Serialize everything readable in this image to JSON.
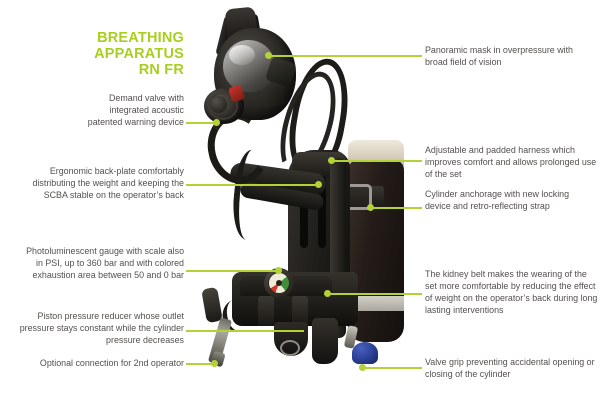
{
  "title": {
    "line1": "BREATHING APPARATUS",
    "line2": "RN FR",
    "color": "#a8ce20"
  },
  "theme": {
    "accent_green": "#b3d236",
    "title_green": "#a8ce20",
    "text_gray": "#53514e",
    "background": "#ffffff",
    "valve_grip_blue": "#2a3f93"
  },
  "callouts": {
    "left": [
      {
        "id": "demand-valve",
        "text": "Demand valve with integrated acoustic patented warning device"
      },
      {
        "id": "back-plate",
        "text": "Ergonomic back-plate comfortably distributing the weight and keeping the SCBA stable on the operator’s back"
      },
      {
        "id": "gauge",
        "text": "Photoluminescent gauge with scale also in PSI, up to 360 bar and with colored exhaustion area between 50 and 0 bar"
      },
      {
        "id": "pressure-reducer",
        "text": "Piston pressure reducer whose outlet pressure stays constant while the cylinder pressure decreases"
      },
      {
        "id": "optional-connection",
        "text": "Optional connection for 2nd operator"
      }
    ],
    "right": [
      {
        "id": "panoramic-mask",
        "text": "Panoramic mask in overpressure with broad field of vision"
      },
      {
        "id": "harness",
        "text": "Adjustable and padded harness which improves comfort and allows prolonged use of the set"
      },
      {
        "id": "cylinder-anchorage",
        "text": "Cylinder anchorage with new locking device and retro-reflecting strap"
      },
      {
        "id": "kidney-belt",
        "text": "The kidney belt makes the wearing of the set more comfortable by reducing the effect of weight on the operator’s back during long lasting interventions"
      },
      {
        "id": "valve-grip",
        "text": "Valve grip preventing accidental opening or closing of the cylinder"
      }
    ]
  },
  "product": {
    "name": "self-contained-breathing-apparatus",
    "components": [
      "panoramic-mask",
      "demand-valve",
      "breathing-hose",
      "shoulder-harness",
      "back-plate",
      "air-cylinder",
      "cylinder-strap-buckle",
      "retro-reflecting-strap",
      "pressure-gauge",
      "kidney-belt",
      "piston-pressure-reducer",
      "second-operator-connection",
      "blue-valve-grip"
    ]
  }
}
